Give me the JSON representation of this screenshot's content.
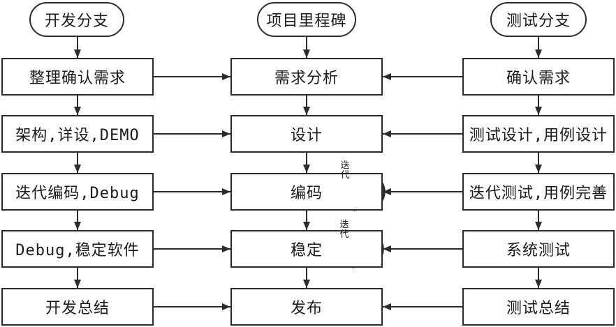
{
  "diagram": {
    "type": "flowchart",
    "columns": [
      {
        "id": "dev-branch",
        "header": "开发分支",
        "steps": [
          "整理确认需求",
          "架构,详设,DEMO",
          "迭代编码,Debug",
          "Debug,稳定软件",
          "开发总结"
        ]
      },
      {
        "id": "project-milestone",
        "header": "项目里程碑",
        "steps": [
          "需求分析",
          "设计",
          "编码",
          "稳定",
          "发布"
        ]
      },
      {
        "id": "test-branch",
        "header": "测试分支",
        "steps": [
          "确认需求",
          "测试设计,用例设计",
          "迭代测试,用例完善",
          "系统测试",
          "测试总结"
        ]
      }
    ],
    "loop_label": "迭代",
    "loops_on_steps": [
      "编码",
      "稳定"
    ],
    "colors": {
      "line": "#2b2b2b",
      "text": "#1a1a1a",
      "background": "#ffffff"
    }
  }
}
